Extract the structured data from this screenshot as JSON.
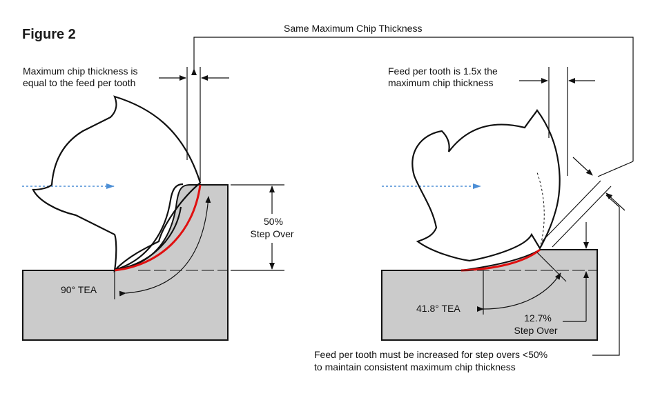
{
  "figure": {
    "title": "Figure 2",
    "top_label": "Same Maximum Chip Thickness",
    "left": {
      "note_line1": "Maximum chip thickness is",
      "note_line2": "equal to the feed per tooth",
      "stepover_value": "50%",
      "stepover_label": "Step Over",
      "tea_label": "90° TEA"
    },
    "right": {
      "note_line1": "Feed per tooth is 1.5x the",
      "note_line2": "maximum chip thickness",
      "stepover_value": "12.7%",
      "stepover_label": "Step Over",
      "tea_label": "41.8° TEA",
      "bottom_line1": "Feed per tooth must be increased for step overs <50%",
      "bottom_line2": "to maintain consistent maximum chip thickness"
    }
  }
}
